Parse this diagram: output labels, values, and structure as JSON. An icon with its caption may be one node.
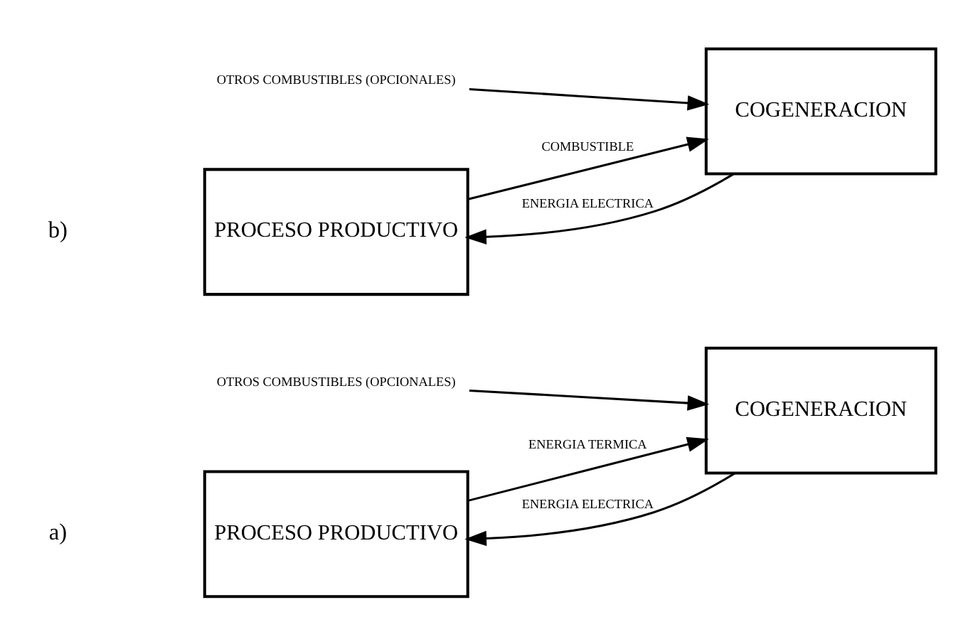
{
  "diagram": {
    "nodes": [
      {
        "text": [
          "PROCESO PRODUCTIVO"
        ]
      },
      {
        "text": [
          "COGENERACION"
        ]
      },
      {
        "text": [
          "OTROS COMBUSTIBLES (OPCIONALES)"
        ]
      },
      {
        "text": [
          "PROCESO PRODUCTIVO"
        ]
      },
      {
        "text": [
          "COGENERACION"
        ]
      },
      {
        "text": [
          "OTROS COMBUSTIBLES (OPCIONALES)"
        ]
      }
    ],
    "edges": [
      {
        "from": 0,
        "to": 1,
        "arrow": "to",
        "label": "ENERGIA TERMICA"
      },
      {
        "from": 1,
        "to": 0,
        "arrow": "to",
        "label": "ENERGIA ELECTRICA"
      },
      {
        "from": 2,
        "to": 1,
        "arrow": "to"
      },
      {
        "from": 3,
        "to": 4,
        "arrow": "to",
        "label": "COMBUSTIBLE"
      },
      {
        "from": 4,
        "to": 3,
        "arrow": "to",
        "label": "ENERGIA ELECTRICA"
      },
      {
        "from": 5,
        "to": 4,
        "arrow": "to"
      }
    ],
    "labels": [
      "a)",
      "b)"
    ]
  }
}
